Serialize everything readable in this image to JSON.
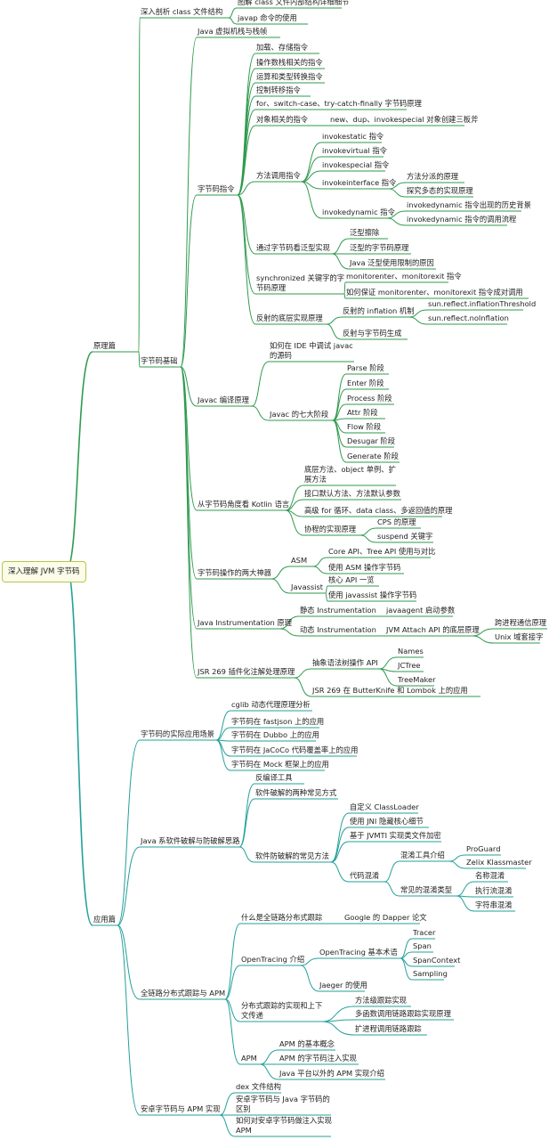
{
  "root": "深入理解 JVM  字节码",
  "colors": {
    "green": "#2f9a4e",
    "teal": "#23a09a",
    "root_border": "#b5c64a"
  },
  "nodes": {
    "p0": "原理篇",
    "p1": "深入剖析 class 文件结构",
    "p1a": "图解 class 文件内部结构详细细节",
    "p1b": "javap 命令的使用",
    "p2": "字节码基础",
    "p2a": "Java 虚拟机栈与栈帧",
    "p3": "字节码指令",
    "p3a": "加载、存储指令",
    "p3b": "操作数栈相关的指令",
    "p3c": "运算和类型转换指令",
    "p3d": "控制转移指令",
    "p3e": "for、switch-case、try-catch-finally 字节码原理",
    "p3f": "对象相关的指令",
    "p3f1": "new、dup、invokespecial 对象创建三板斧",
    "p3g": "方法调用指令",
    "p3g1": "invokestatic 指令",
    "p3g2": "invokevirtual 指令",
    "p3g3": "invokespecial 指令",
    "p3g4": "invokeinterface 指令",
    "p3g4a": "方法分派的原理",
    "p3g4b": "探究多态的实现原理",
    "p3g5": "invokedynamic 指令",
    "p3g5a": "invokedynamic 指令出现的历史背景",
    "p3g5b": "invokedynamic 指令的调用流程",
    "p3h": "通过字节码看泛型实现",
    "p3h1": "泛型擦除",
    "p3h2": "泛型的字节码原理",
    "p3h3": "Java 泛型使用限制的原因",
    "p3i": "synchronized 关键字的字节码原理",
    "p3i1": "monitorenter、monitorexit 指令",
    "p3i2": "如何保证 monitorenter、monitorexit 指令成对调用",
    "p3j": "反射的底层实现原理",
    "p3j1": "反射的 inflation 机制",
    "p3j1a": "sun.reflect.inflationThreshold",
    "p3j1b": "sun.reflect.noInflation",
    "p3j2": "反射与字节码生成",
    "p4": "Javac 编译原理",
    "p4a": "如何在 IDE 中调试 javac 的源码",
    "p4b": "Javac 的七大阶段",
    "p4b1": "Parse 阶段",
    "p4b2": "Enter 阶段",
    "p4b3": "Process 阶段",
    "p4b4": "Attr 阶段",
    "p4b5": "Flow 阶段",
    "p4b6": "Desugar 阶段",
    "p4b7": "Generate 阶段",
    "p5": "从字节码角度看 Kotlin 语言",
    "p5a": "底层方法、object 单例、扩展方法",
    "p5b": "接口默认方法、方法默认参数",
    "p5c": "高级 for 循环、data class、多返回值的原理",
    "p5d": "协程的实现原理",
    "p5d1": "CPS 的原理",
    "p5d2": "suspend 关键字",
    "p6": "字节码操作的两大神器",
    "p6a": "ASM",
    "p6a1": "Core API、Tree API 使用与对比",
    "p6a2": "使用 ASM 操作字节码",
    "p6b": "Javassist",
    "p6b1": "核心 API 一览",
    "p6b2": "使用 javassist 操作字节码",
    "p7": "Java Instrumentation 原理",
    "p7a": "静态 Instrumentation",
    "p7a1": "javaagent 启动参数",
    "p7b": "动态 Instrumentation",
    "p7b1": "JVM Attach API 的底层原理",
    "p7b1a": "跨进程通信原理",
    "p7b1b": "Unix 域套接字",
    "p8": "JSR 269 插件化注解处理原理",
    "p8a": "抽象语法树操作 API",
    "p8a1": "Names",
    "p8a2": "JCTree",
    "p8a3": "TreeMaker",
    "p8b": "JSR 269 在 ButterKnife 和 Lombok 上的应用",
    "a0": "应用篇",
    "a1": "字节码的实际应用场景",
    "a1a": "cglib 动态代理原理分析",
    "a1b": "字节码在 fastjson 上的应用",
    "a1c": "字节码在 Dubbo 上的应用",
    "a1d": "字节码在 JaCoCo 代码覆盖率上的应用",
    "a1e": "字节码在 Mock 框架上的应用",
    "a2": "Java 系软件破解与防破解思路",
    "a2a": "反编译工具",
    "a2b": "软件破解的两种常见方式",
    "a2c": "软件防破解的常见方法",
    "a2c1": "自定义 ClassLoader",
    "a2c2": "使用 JNI 隐藏核心细节",
    "a2c3": "基于 JVMTI 实现类文件加密",
    "a2c4": "代码混淆",
    "a2c4a": "混淆工具介绍",
    "a2c4a1": "ProGuard",
    "a2c4a2": "Zelix Klassmaster",
    "a2c4b": "常见的混淆类型",
    "a2c4b1": "名称混淆",
    "a2c4b2": "执行流混淆",
    "a2c4b3": "字符串混淆",
    "a3": "全链路分布式跟踪与 APM",
    "a3a": "什么是全链路分布式跟踪",
    "a3a1": "Google 的 Dapper 论文",
    "a3b": "OpenTracing 介绍",
    "a3b1": "OpenTracing 基本术语",
    "a3b1a": "Tracer",
    "a3b1b": "Span",
    "a3b1c": "SpanContext",
    "a3b1d": "Sampling",
    "a3b2": "Jaeger 的使用",
    "a3c": "分布式跟踪的实现和上下文传递",
    "a3c1": "方法级跟踪实现",
    "a3c2": "多函数调用链路跟踪实现原理",
    "a3c3": "扩进程调用链路跟踪",
    "a3d": "APM",
    "a3d1": "APM 的基本概念",
    "a3d2": "APM 的字节码注入实现",
    "a3d3": "Java 平台以外的 APM 实现介绍",
    "a4": "安卓字节码与 APM 实现",
    "a4a": "dex 文件结构",
    "a4b": "安卓字节码与 Java 字节码的区别",
    "a4c": "如何对安卓字节码做注入实现 APM"
  }
}
